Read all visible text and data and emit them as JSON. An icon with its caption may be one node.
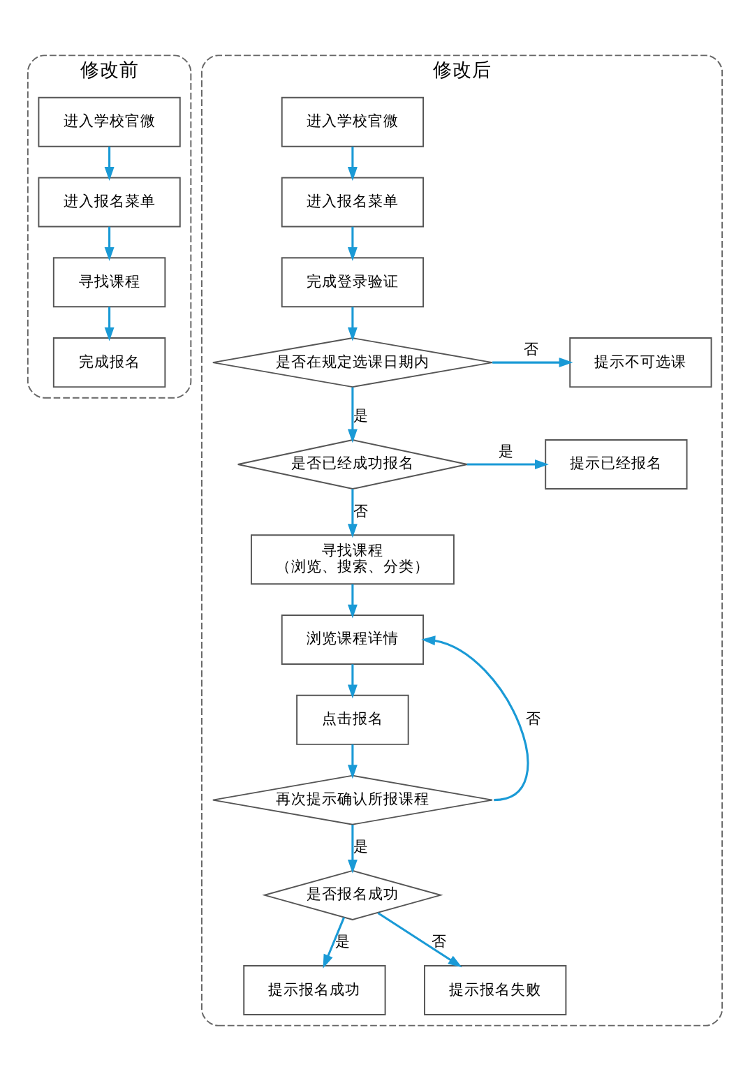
{
  "diagram": {
    "nodes": [
      {
        "text": [
          "修改前"
        ]
      },
      {
        "text": [
          "进入学校官微"
        ],
        "in": 0
      },
      {
        "text": [
          "进入报名菜单"
        ],
        "in": 0
      },
      {
        "text": [
          "寻找课程"
        ],
        "in": 0
      },
      {
        "text": [
          "完成报名"
        ],
        "in": 0
      },
      {
        "text": [
          "修改后"
        ]
      },
      {
        "text": [
          "进入学校官微"
        ],
        "in": 5
      },
      {
        "text": [
          "进入报名菜单"
        ],
        "in": 5
      },
      {
        "text": [
          "完成登录验证"
        ],
        "in": 5
      },
      {
        "text": [
          "是否在规定选课日期内"
        ],
        "in": 5
      },
      {
        "text": [
          "提示不可选课"
        ],
        "in": 5
      },
      {
        "text": [
          "是否已经成功报名"
        ],
        "in": 5
      },
      {
        "text": [
          "提示已经报名"
        ],
        "in": 5
      },
      {
        "text": [
          "寻找课程",
          "（浏览、搜索、分类）"
        ],
        "in": 5
      },
      {
        "text": [
          "浏览课程详情"
        ],
        "in": 5
      },
      {
        "text": [
          "点击报名"
        ],
        "in": 5
      },
      {
        "text": [
          "再次提示确认所报课程"
        ],
        "in": 5
      },
      {
        "text": [
          "是否报名成功"
        ],
        "in": 5
      },
      {
        "text": [
          "提示报名成功"
        ],
        "in": 5
      },
      {
        "text": [
          "提示报名失败"
        ],
        "in": 5
      }
    ],
    "edges": [
      {
        "from": 1,
        "to": 2,
        "arrow": "to"
      },
      {
        "from": 2,
        "to": 3,
        "arrow": "to"
      },
      {
        "from": 3,
        "to": 4,
        "arrow": "to"
      },
      {
        "from": 6,
        "to": 7,
        "arrow": "to"
      },
      {
        "from": 7,
        "to": 8,
        "arrow": "to"
      },
      {
        "from": 8,
        "to": 9,
        "arrow": "to"
      },
      {
        "from": 9,
        "to": 10,
        "arrow": "to",
        "label": "否"
      },
      {
        "from": 9,
        "to": 11,
        "arrow": "to",
        "label": "是"
      },
      {
        "from": 11,
        "to": 12,
        "arrow": "to",
        "label": "是"
      },
      {
        "from": 11,
        "to": 13,
        "arrow": "to",
        "label": "否"
      },
      {
        "from": 13,
        "to": 14,
        "arrow": "to"
      },
      {
        "from": 14,
        "to": 15,
        "arrow": "to"
      },
      {
        "from": 15,
        "to": 16,
        "arrow": "to"
      },
      {
        "from": 16,
        "to": 14,
        "arrow": "to",
        "label": "否"
      },
      {
        "from": 16,
        "to": 17,
        "arrow": "to",
        "label": "是"
      },
      {
        "from": 17,
        "to": 18,
        "arrow": "to",
        "label": "是"
      },
      {
        "from": 17,
        "to": 19,
        "arrow": "to",
        "label": "否"
      }
    ]
  }
}
